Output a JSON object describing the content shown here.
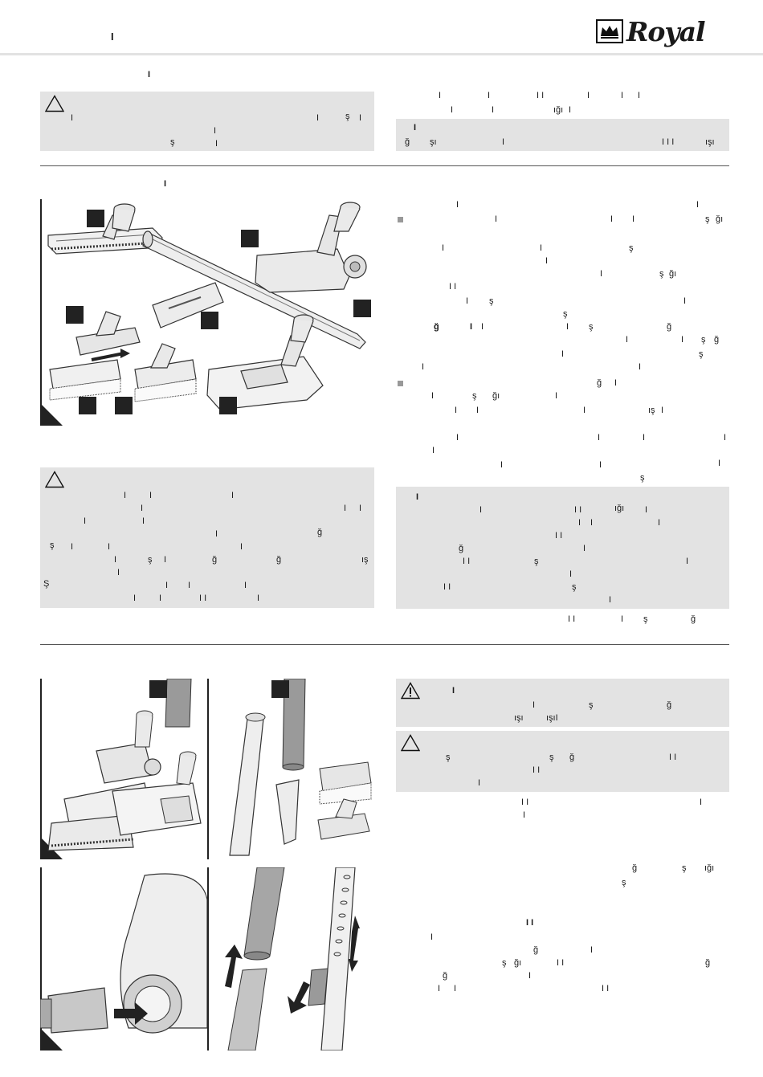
{
  "header": {
    "stub_text": "I",
    "brand_name": "Royal",
    "logo_description": "royal-crest-logo"
  },
  "section1": {
    "heading_stub": "I",
    "warning_glyphs": [
      "I",
      "I",
      "ş",
      "I",
      "I",
      "ş",
      "I"
    ],
    "right_text_glyphs": [
      "I",
      "I",
      "I I",
      "I",
      "I",
      "I",
      "I",
      "I",
      "ığı",
      "I"
    ],
    "note_glyphs": [
      "I",
      "ğ",
      "şı",
      "I",
      "I I I",
      "ışı"
    ]
  },
  "section2": {
    "heading_stub": "I",
    "figure_labels": [
      "",
      "",
      "",
      "",
      "",
      "",
      ""
    ],
    "warning_glyphs": [
      "I",
      "I",
      "I",
      "I",
      "I",
      "I",
      "I",
      "I",
      "I",
      "ğ",
      "ş",
      "I",
      "I",
      "I",
      "I",
      "ş",
      "I",
      "ğ",
      "ğ",
      "ış",
      "I",
      "Ş",
      "I",
      "I",
      "I",
      "I",
      "I",
      "I I",
      "I"
    ],
    "right_glyphs": [
      "I",
      "I",
      "I",
      "I",
      "I",
      "ş",
      "ğı",
      "I",
      "I",
      "ş",
      "I",
      "ş",
      "ğı",
      "I I",
      "I",
      "I",
      "ş",
      "I",
      "ş",
      "ğ",
      "I",
      "I",
      "I",
      "ş",
      "ğ",
      "I",
      "I",
      "ş",
      "ğ",
      "I",
      "ş",
      "I",
      "I",
      "ğ",
      "I",
      "I",
      "ş",
      "ğı",
      "I",
      "I",
      "I",
      "I",
      "ış",
      "I",
      "I",
      "I",
      "I",
      "I",
      "I",
      "I",
      "I",
      "I",
      "ş",
      "I"
    ],
    "note_glyphs": [
      "I",
      "I",
      "I I",
      "ığı",
      "I",
      "I",
      "I",
      "I",
      "I I",
      "ğ",
      "I",
      "I I",
      "ş",
      "I",
      "I",
      "I I",
      "ş",
      "I"
    ],
    "footer_glyphs": [
      "I I",
      "I",
      "ş",
      "ğ"
    ]
  },
  "section3": {
    "figure_labels": [
      "",
      ""
    ],
    "warning1_glyphs": [
      "I",
      "I",
      "ş",
      "ğ",
      "ışı",
      "ışıI"
    ],
    "warning2_glyphs": [
      "ş",
      "ş",
      "ğ",
      "I I",
      "I I",
      "I"
    ],
    "right_glyphs": [
      "I I",
      "I",
      "I",
      "ğ",
      "ş",
      "ığı",
      "ş",
      "I I",
      "I",
      "ğ",
      "I",
      "ş",
      "ğı",
      "I I",
      "ğ",
      "ğ",
      "I",
      "I",
      "I",
      "I I"
    ]
  },
  "colors": {
    "panel_gray": "#e3e3e3",
    "rule_gray": "#e2e2e2",
    "ink": "#1a1a1a",
    "bullet_gray": "#999999"
  }
}
